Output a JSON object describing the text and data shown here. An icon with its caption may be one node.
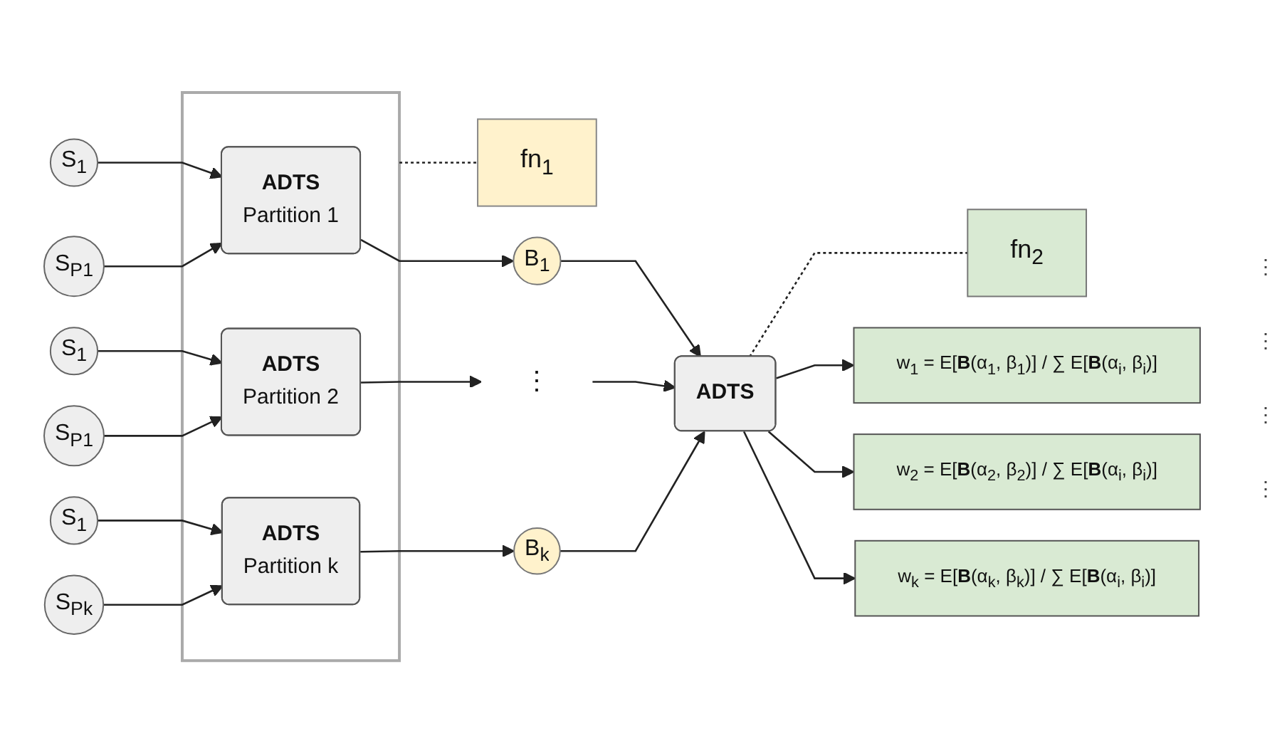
{
  "diagram": {
    "nodes": [
      {
        "text": [
          "S$_{1}$"
        ]
      },
      {
        "text": [
          "S$_{P1}$"
        ]
      },
      {
        "text": [
          "S$_{1}$"
        ]
      },
      {
        "text": [
          "S$_{P1}$"
        ]
      },
      {
        "text": [
          "S$_{1}$"
        ]
      },
      {
        "text": [
          "S$_{Pk}$"
        ]
      },
      {
        "text": [],
        "shape": "box"
      },
      {
        "text": [
          "ADTS",
          "Partition 1"
        ],
        "in": 6
      },
      {
        "text": [
          "ADTS",
          "Partition 2"
        ],
        "in": 6
      },
      {
        "text": [
          "ADTS",
          "Partition k"
        ],
        "in": 6
      },
      {
        "text": [
          "fn$_{1}$"
        ]
      },
      {
        "text": [
          "B$_{1}$"
        ]
      },
      {
        "text": [
          "⋮"
        ]
      },
      {
        "text": [
          "B$_{k}$"
        ]
      },
      {
        "text": [
          "ADTS"
        ]
      },
      {
        "text": [
          "fn$_{2}$"
        ]
      },
      {
        "text": [
          "w$_{1}$ = E[**B**(α$_{1}$, β$_{1}$)] / ∑ E[**B**(α$_{i}$, β$_{i}$)]"
        ]
      },
      {
        "text": [
          "w$_{2}$ = E[**B**(α$_{2}$, β$_{2}$)] / ∑ E[**B**(α$_{i}$, β$_{i}$)]"
        ]
      },
      {
        "text": [
          "w$_{k}$ = E[**B**(α$_{k}$, β$_{k}$)] / ∑ E[**B**(α$_{i}$, β$_{i}$)]"
        ]
      }
    ],
    "edges": [
      {
        "from": 0,
        "to": 7,
        "arrow": "to"
      },
      {
        "from": 1,
        "to": 7,
        "arrow": "to"
      },
      {
        "from": 2,
        "to": 8,
        "arrow": "to"
      },
      {
        "from": 3,
        "to": 8,
        "arrow": "to"
      },
      {
        "from": 4,
        "to": 9,
        "arrow": "to"
      },
      {
        "from": 5,
        "to": 9,
        "arrow": "to"
      },
      {
        "from": 6,
        "to": 10,
        "arrow": "none",
        "style": "dashed"
      },
      {
        "from": 7,
        "to": 11,
        "arrow": "to"
      },
      {
        "from": 8,
        "to": 12,
        "arrow": "to"
      },
      {
        "from": 9,
        "to": 13,
        "arrow": "to"
      },
      {
        "from": 11,
        "to": 14,
        "arrow": "to"
      },
      {
        "from": 12,
        "to": 14,
        "arrow": "to"
      },
      {
        "from": 13,
        "to": 14,
        "arrow": "to"
      },
      {
        "from": 14,
        "to": 15,
        "arrow": "none",
        "style": "dashed"
      },
      {
        "from": 14,
        "to": 16,
        "arrow": "to"
      },
      {
        "from": 14,
        "to": 17,
        "arrow": "to"
      },
      {
        "from": 14,
        "to": 18,
        "arrow": "to"
      }
    ],
    "labels": [
      "⋮",
      "⋮",
      "⋮",
      "⋮"
    ]
  }
}
